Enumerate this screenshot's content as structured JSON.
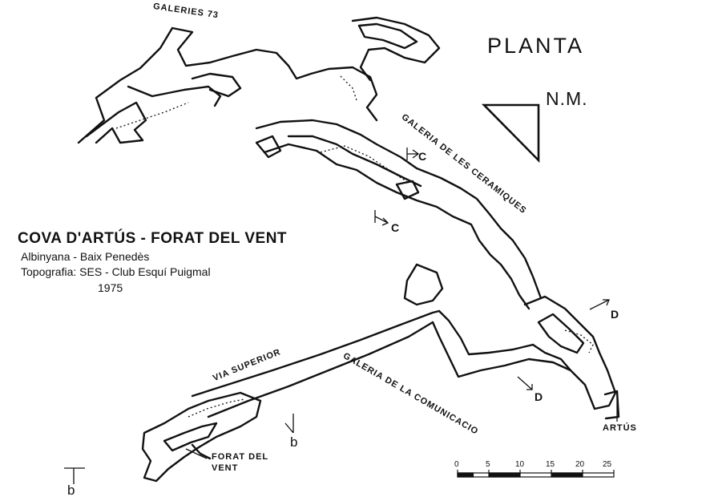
{
  "title": "COVA D'ARTÚS - FORAT DEL VENT",
  "location": "Albinyana - Baix Penedès",
  "survey_credit": "Topografia: SES - Club Esquí Puigmal",
  "year": "1975",
  "view_label": "PLANTA",
  "north_label": "N.M.",
  "labels": {
    "galeries_73": "GALERIES 73",
    "galeria_de_les_ceramiques": "GALERIA DE LES CERAMIQUES",
    "via_superior": "VIA SUPERIOR",
    "galeria_de_la_comunicacio": "GALERIA DE LA COMUNICACIO",
    "forat_del_vent_line1": "FORAT DEL",
    "forat_del_vent_line2": "VENT",
    "artus": "ARTÚS"
  },
  "sections": {
    "c_upper": "C",
    "c_lower": "C",
    "d_upper": "D",
    "d_lower": "D",
    "b_right": "b",
    "b_left": "b"
  },
  "scale": {
    "unit": "m",
    "ticks": [
      "0",
      "5",
      "10",
      "15",
      "20",
      "25"
    ]
  },
  "colors": {
    "ink": "#111111",
    "paper": "#ffffff"
  }
}
